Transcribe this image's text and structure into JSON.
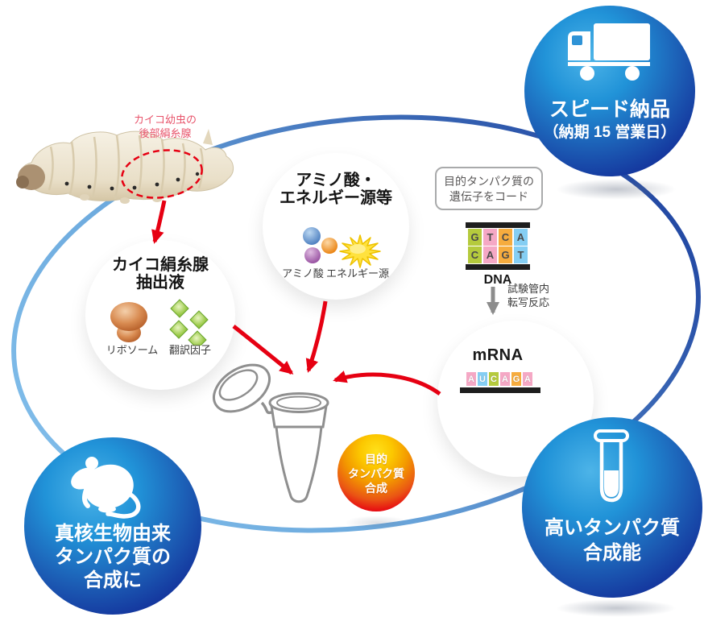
{
  "colors": {
    "accent_red": "#e60012",
    "ring_blue_light": "#7fbce9",
    "ring_blue_dark": "#16389a",
    "feature_circle_blue": "#13309a",
    "silkworm_label_pink": "#e8546b",
    "base_green": "#b5ca3d",
    "base_pink": "#f5a8c5",
    "base_orange": "#f6ac3e",
    "base_blue": "#85cef3",
    "badge_yellow": "#ffd400",
    "badge_red": "#e60012"
  },
  "silkworm": {
    "label_line1": "カイコ幼虫の",
    "label_line2": "後部絹糸腺"
  },
  "extract_circle": {
    "title_line1": "カイコ絹糸腺",
    "title_line2": "抽出液",
    "item1_label": "リボソーム",
    "item2_label": "翻訳因子"
  },
  "nutrient_circle": {
    "title_line1": "アミノ酸・",
    "title_line2": "エネルギー源等",
    "item1_label": "アミノ酸",
    "item2_label": "エネルギー源"
  },
  "gene_note": {
    "line1": "目的タンパク質の",
    "line2": "遺伝子をコード"
  },
  "dna": {
    "label": "DNA",
    "strand_top": [
      "G",
      "T",
      "C",
      "A"
    ],
    "strand_bottom": [
      "C",
      "A",
      "G",
      "T"
    ]
  },
  "transcription": {
    "line1": "試験管内",
    "line2": "転写反応"
  },
  "mrna": {
    "label": "mRNA",
    "sequence": [
      "A",
      "U",
      "C",
      "A",
      "G",
      "A"
    ]
  },
  "result_badge": {
    "line1": "目的",
    "line2": "タンパク質",
    "line3": "合成"
  },
  "feature_speed": {
    "line1": "スピード納品",
    "line2": "（納期 15 営業日）"
  },
  "feature_eukaryote": {
    "line1": "真核生物由来",
    "line2": "タンパク質の",
    "line3": "合成に"
  },
  "feature_yield": {
    "line1": "高いタンパク質",
    "line2": "合成能"
  }
}
